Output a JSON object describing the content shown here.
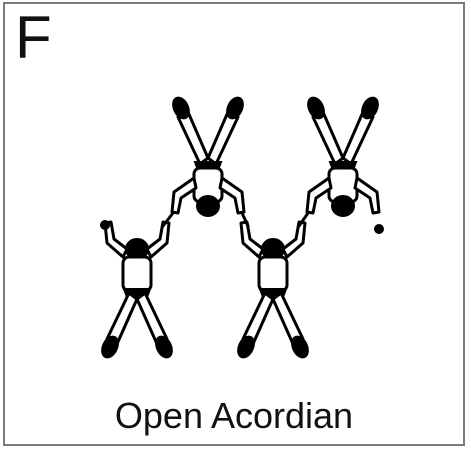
{
  "card": {
    "letter": "F",
    "caption": "Open Acordian"
  },
  "colors": {
    "ink": "#000000",
    "border": "#7a7a7a",
    "background": "#ffffff"
  },
  "figure": {
    "icon": "skydiver-formation",
    "jumpers": 4
  }
}
